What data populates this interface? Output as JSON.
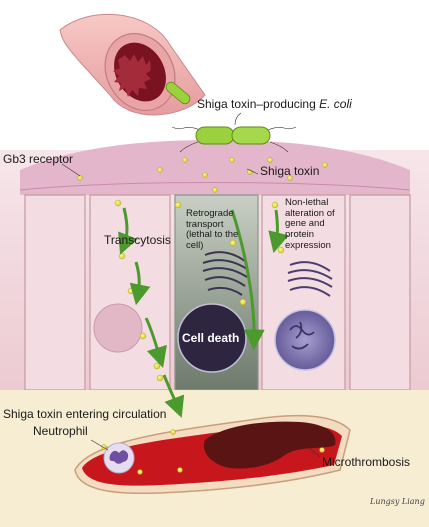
{
  "labels": {
    "ecoli_prefix": "Shiga toxin–producing ",
    "ecoli_italic": "E. coli",
    "gb3_receptor": "Gb3 receptor",
    "shiga_toxin": "Shiga toxin",
    "transcytosis": "Transcytosis",
    "retrograde": "Retrograde transport (lethal to the cell)",
    "nonlethal": "Non-lethal alteration of gene and protein expression",
    "cell_death": "Cell death",
    "entering_circulation": "Shiga toxin entering circulation",
    "neutrophil": "Neutrophil",
    "microthrombosis": "Microthrombosis",
    "signature": "Lungsy Liang"
  },
  "colors": {
    "tissue_pink": "#f1d7dc",
    "brush_border": "#d9a7c0",
    "toxin_yellow": "#e8e23a",
    "arrow_green": "#4c9a2e",
    "bacterium_green": "#9bd13c",
    "blood_red": "#c8171c",
    "clot_maroon": "#5a1414",
    "dying_cell": "#6f7a6e",
    "nucleus_purple": "#7b6fa3",
    "plasma_cream": "#f6edd3"
  }
}
